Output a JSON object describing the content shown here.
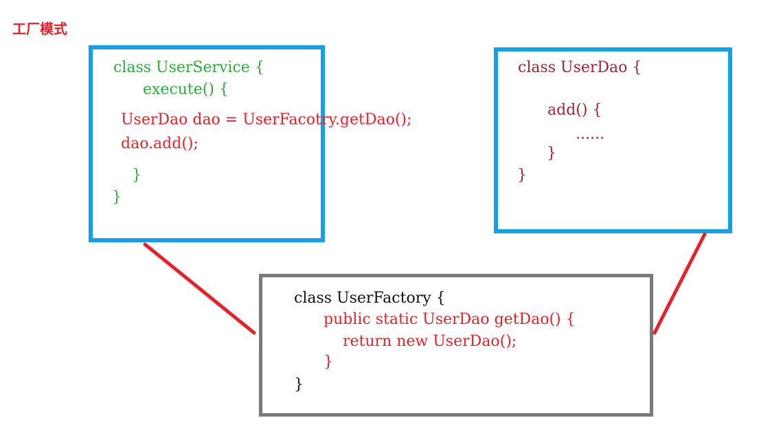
{
  "title": "工厂模式",
  "colors": {
    "title": "#e8202a",
    "box_blue": "#12a0e6",
    "box_gray": "#7a7a7a",
    "connector": "#e8202a",
    "code_green": "#2dab3a",
    "code_red": "#e8202a",
    "code_dark_red": "#9b2535",
    "code_black": "#111111"
  },
  "user_service": {
    "line1": "class UserService {",
    "line2": "execute() {",
    "line3": "UserDao dao = UserFacotry.getDao();",
    "line4": "dao.add();",
    "line5": "}",
    "line6": "}"
  },
  "user_dao": {
    "line1": "class UserDao {",
    "line2": "add() {",
    "line3": "......",
    "line4": "}",
    "line5": "}"
  },
  "user_factory": {
    "line1": "class UserFactory {",
    "line2": "public static UserDao getDao() {",
    "line3": "return new UserDao();",
    "line4": "}",
    "line5": "}"
  }
}
